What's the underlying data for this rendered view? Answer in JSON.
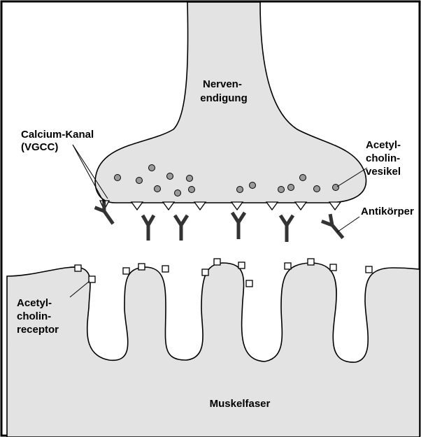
{
  "labels": {
    "nerve_ending": [
      "Nerven-",
      "endigung"
    ],
    "calcium_channel": [
      "Calcium-Kanal",
      "(VGCC)"
    ],
    "ach_vesicle": [
      "Acetyl-",
      "cholin-",
      "vesikel"
    ],
    "antibody": [
      "Antikörper"
    ],
    "ach_receptor": [
      "Acetyl-",
      "cholin-",
      "receptor"
    ],
    "muscle_fiber": [
      "Muskelfaser"
    ]
  },
  "colors": {
    "tissue_fill": "#e3e3e3",
    "outline": "#000000",
    "vesicle_fill": "#9a9a9a",
    "antibody": "#333333",
    "channel_fill": "#ffffff",
    "receptor_fill": "#ffffff"
  }
}
